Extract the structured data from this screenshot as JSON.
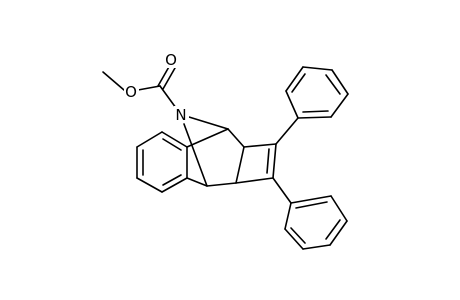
{
  "molecule": {
    "atoms": {
      "carbonyl_oxygen": "O",
      "ester_oxygen": "O",
      "nitrogen": "N"
    }
  },
  "colors": {
    "background": "#ffffff",
    "bond": "#000000",
    "atom_text": "#000000"
  }
}
